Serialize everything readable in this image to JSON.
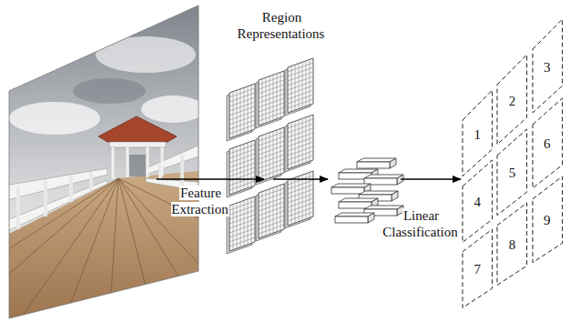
{
  "diagram": {
    "nodes": [
      {
        "text": [
          "1"
        ]
      },
      {
        "text": [
          "2"
        ]
      },
      {
        "text": [
          "3"
        ]
      },
      {
        "text": [
          "4"
        ]
      },
      {
        "text": [
          "5"
        ]
      },
      {
        "text": [
          "6"
        ]
      },
      {
        "text": [
          "7"
        ]
      },
      {
        "text": [
          "8"
        ]
      },
      {
        "text": [
          "9"
        ]
      }
    ],
    "labels": [
      "Region Representations",
      "Feature Extraction",
      "Linear Classification"
    ]
  }
}
